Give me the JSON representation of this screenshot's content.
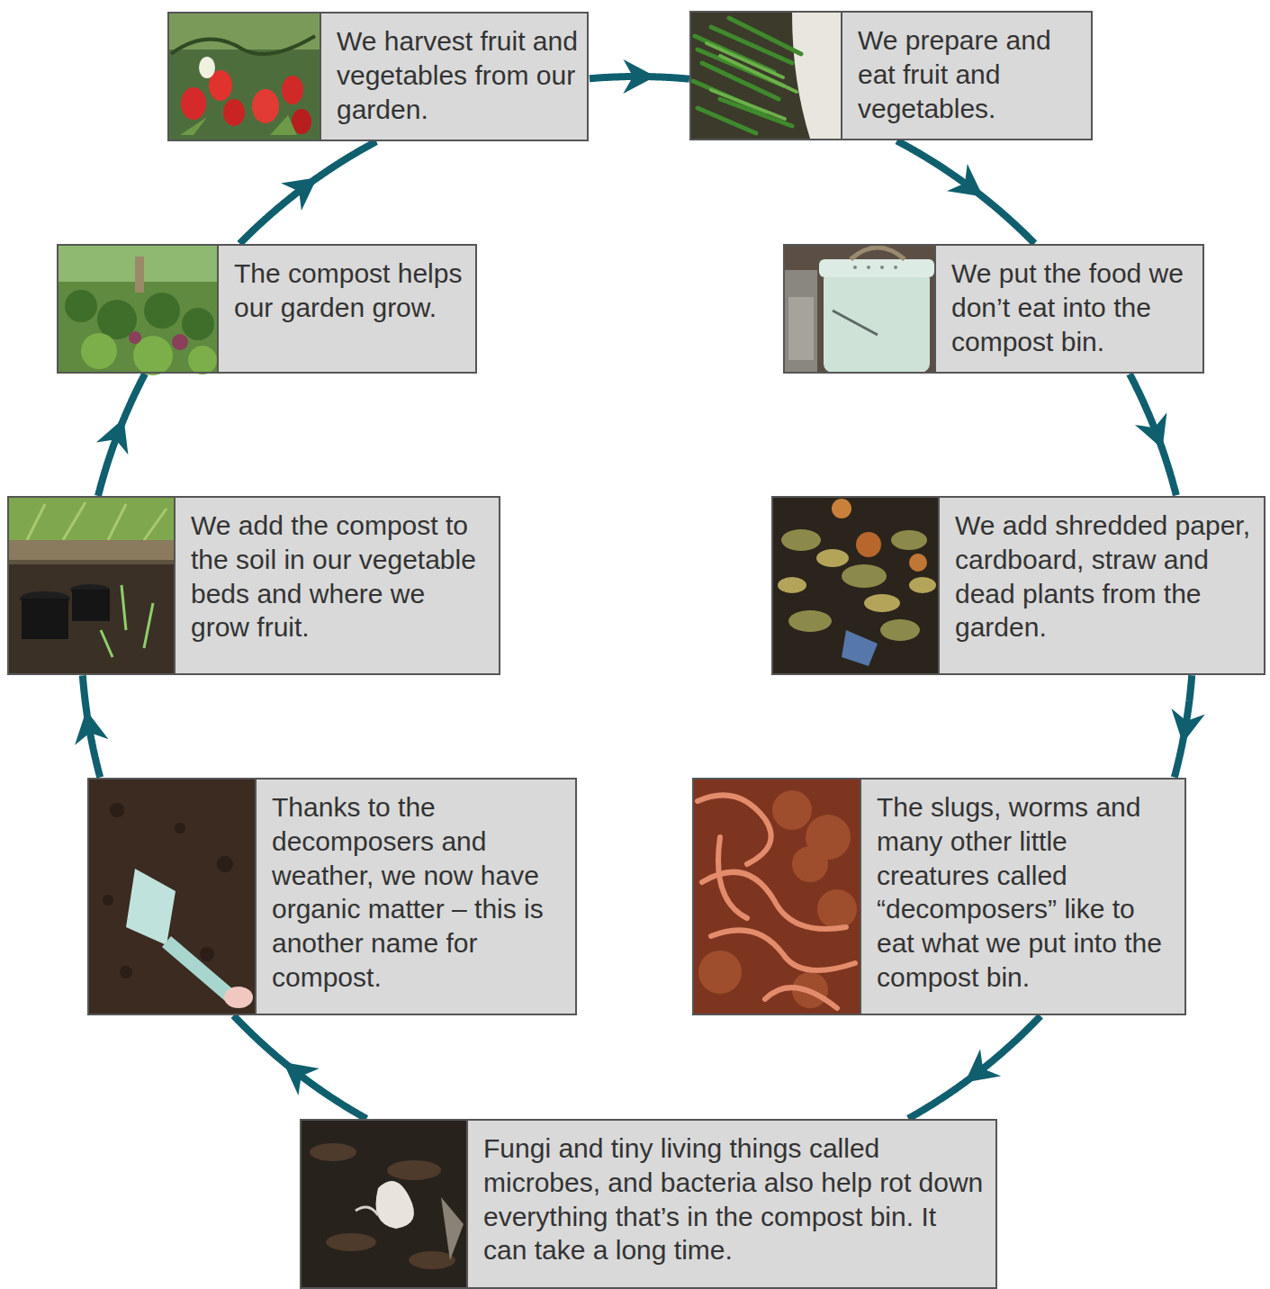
{
  "diagram": {
    "nodes": [
      {
        "text": [
          "We harvest fruit and vegetables from our garden."
        ]
      },
      {
        "text": [
          "We prepare and eat fruit and vegetables."
        ]
      },
      {
        "text": [
          "We put the food we don’t eat into the compost bin."
        ]
      },
      {
        "text": [
          "We add shredded paper, cardboard, straw and dead plants from the garden."
        ]
      },
      {
        "text": [
          "The slugs, worms and many other little creatures called “decomposers” like to eat what we put into the compost bin."
        ]
      },
      {
        "text": [
          "Fungi and tiny living things called microbes, and bacteria also help rot down everything that’s in the compost bin. It can take a long time."
        ]
      },
      {
        "text": [
          "Thanks to the decomposers and weather, we now have organic matter – this is another name for compost."
        ]
      },
      {
        "text": [
          "We add the compost to the soil in our vegetable beds and where we grow fruit."
        ]
      },
      {
        "text": [
          "The compost helps our garden grow."
        ]
      }
    ],
    "edges": [
      {
        "from": 0,
        "to": 1,
        "arrow": "to"
      },
      {
        "from": 1,
        "to": 2,
        "arrow": "to"
      },
      {
        "from": 2,
        "to": 3,
        "arrow": "to"
      },
      {
        "from": 3,
        "to": 4,
        "arrow": "to"
      },
      {
        "from": 4,
        "to": 5,
        "arrow": "to"
      },
      {
        "from": 5,
        "to": 6,
        "arrow": "to"
      },
      {
        "from": 6,
        "to": 7,
        "arrow": "to"
      },
      {
        "from": 7,
        "to": 8,
        "arrow": "to"
      },
      {
        "from": 8,
        "to": 0,
        "arrow": "to"
      }
    ]
  }
}
